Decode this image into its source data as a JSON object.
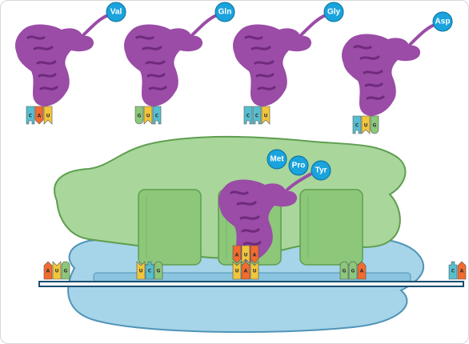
{
  "colors": {
    "trna_body": "#9a4ca6",
    "trna_shadow": "#6f2a7c",
    "amino_acid": "#1aa3dd",
    "ribosome_large": "#a8d69b",
    "ribosome_large_border": "#5f9e4f",
    "ribosome_site": "#8cc77a",
    "ribosome_small": "#a6d4e8",
    "ribosome_small_border": "#4f94b8",
    "mrna_line": "#1a4f73",
    "base_A": "#f26b2f",
    "base_U": "#f2c63a",
    "base_G": "#8cc77a",
    "base_C": "#55bfd0"
  },
  "free_trnas": [
    {
      "amino_acid": "Val",
      "anticodon": [
        "C",
        "A",
        "U"
      ]
    },
    {
      "amino_acid": "Gln",
      "anticodon": [
        "G",
        "U",
        "C"
      ]
    },
    {
      "amino_acid": "Gly",
      "anticodon": [
        "C",
        "C",
        "U"
      ]
    },
    {
      "amino_acid": "Asp",
      "anticodon": [
        "C",
        "U",
        "G"
      ]
    }
  ],
  "polypeptide": [
    "Met",
    "Pro",
    "Tyr"
  ],
  "bound_trna_anticodon": [
    "A",
    "U",
    "A"
  ],
  "mrna_codons": {
    "left": [
      "A",
      "U",
      "G"
    ],
    "left2": [
      "U",
      "C",
      "G"
    ],
    "p_site": [
      "U",
      "A",
      "U"
    ],
    "right": [
      "G",
      "G",
      "A"
    ],
    "far_right": [
      "C",
      "A"
    ]
  }
}
